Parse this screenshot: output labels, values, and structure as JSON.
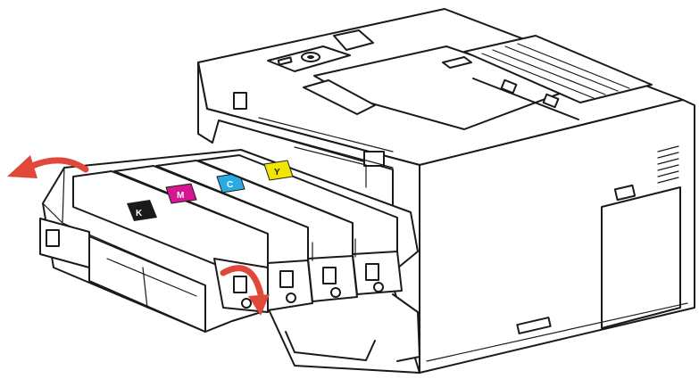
{
  "figure": {
    "colors": {
      "line": "#1a1a1a",
      "background": "#ffffff",
      "arrow": "#e0483a",
      "black": "#1a1a1a",
      "magenta": "#d6178f",
      "cyan": "#29abe2",
      "yellow": "#f2e600"
    },
    "toner_cartridges": [
      {
        "color": "black",
        "label": "K"
      },
      {
        "color": "magenta",
        "label": "M"
      },
      {
        "color": "cyan",
        "label": "C"
      },
      {
        "color": "yellow",
        "label": "Y"
      }
    ],
    "arrows": [
      {
        "name": "rotate-out-arrow",
        "direction": "counter-clockwise"
      },
      {
        "name": "pull-down-arrow",
        "direction": "clockwise-down"
      }
    ]
  }
}
